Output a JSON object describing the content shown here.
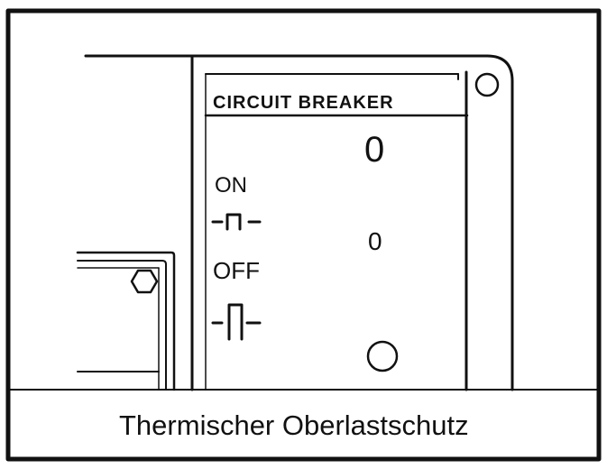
{
  "panel": {
    "title": "CIRCUIT  BREAKER",
    "on_label": "ON",
    "off_label": "OFF",
    "position_mark_top": "0",
    "position_mark_middle": "0"
  },
  "caption": "Thermischer  Oberlastschutz",
  "colors": {
    "ink": "#111111",
    "background": "#ffffff"
  }
}
